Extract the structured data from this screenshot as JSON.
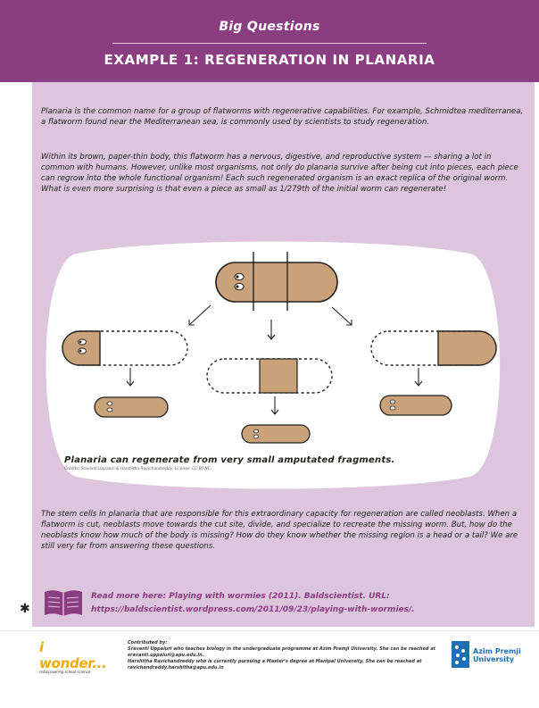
{
  "header": {
    "kicker": "Big Questions",
    "title": "EXAMPLE 1: REGENERATION IN PLANARIA"
  },
  "body": {
    "p1": "Planaria is the common name for a group of flatworms with regenerative capabilities. For example, Schmidtea mediterranea, a flatworm found near the Mediterranean sea, is commonly used by scientists to study regeneration.",
    "p2": "Within its brown, paper-thin body, this flatworm has a nervous, digestive, and reproductive system — sharing a lot in common with humans. However, unlike most organisms, not only do planaria survive after being cut into pieces, each piece can regrow into the whole functional organism! Each such regenerated organism is an exact replica of the original worm. What is even more surprising is that even a piece as small as 1/279th of the initial worm can regenerate!",
    "p3": "The stem cells in planaria that are responsible for this extraordinary capacity for regeneration are called neoblasts. When a flatworm is cut, neoblasts move towards the cut site, divide, and specialize to recreate the missing worm. But, how do the neoblasts know how much of the body is missing? How do they know whether the missing region is a head or a tail? We are still very far from answering these questions."
  },
  "figure": {
    "caption": "Planaria can regenerate from very small amputated fragments.",
    "credits": "Credits: Sravanti Uppaluri & Harshitha Ravichandreddy. License: CC-BY-NC."
  },
  "read_more": {
    "text": "Read more here: Playing with wormies (2011). Baldscientist. URL: https://baldscientist.wordpress.com/2011/09/23/playing-with-wormies/."
  },
  "footer": {
    "brand": "i wonder...",
    "brand_sub": "rediscovering school science",
    "contributed_by": "Contributed by:",
    "contrib1": "Sravanti Uppaluri who teaches biology in the undergraduate programme at Azim Premji University. She can be reached at sravanti.uppaluri@apu.edu.in.",
    "contrib2": "Harshitha Ravichandreddy who is currently pursuing a Master's degree at Manipal University. She can be reached at ravichandreddy.harshitha@apu.edu.in",
    "university_line1": "Azim Premji",
    "university_line2": "University"
  },
  "colors": {
    "header_bg": "#8b3d82",
    "panel_bg": "#ddc5dd",
    "worm": "#c9a27a",
    "accent_text": "#8b3d82"
  }
}
